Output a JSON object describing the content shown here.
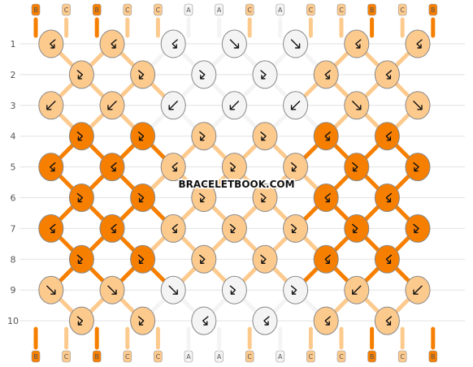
{
  "watermark": "BRACELETBOOK.COM",
  "colors": {
    "A": "#f4f4f4",
    "B": "#f77f00",
    "C": "#fdca8e"
  },
  "top_strand_labels": [
    "B",
    "C",
    "B",
    "C",
    "C",
    "A",
    "A",
    "C",
    "A",
    "C",
    "C",
    "B",
    "C",
    "B"
  ],
  "bottom_strand_labels": [
    "B",
    "C",
    "B",
    "C",
    "C",
    "A",
    "A",
    "C",
    "A",
    "C",
    "C",
    "B",
    "C",
    "B"
  ],
  "row_labels": [
    "1",
    "2",
    "3",
    "4",
    "5",
    "6",
    "7",
    "8",
    "9",
    "10"
  ],
  "rows": [
    {
      "label": "1",
      "knots": [
        {
          "color": "C",
          "arrow": "backward-forward"
        },
        {
          "color": "C",
          "arrow": "backward-forward"
        },
        {
          "color": "A",
          "arrow": "backward-forward"
        },
        {
          "color": "A",
          "arrow": "forward"
        },
        {
          "color": "A",
          "arrow": "forward"
        },
        {
          "color": "C",
          "arrow": "backward-forward"
        },
        {
          "color": "C",
          "arrow": "backward-forward"
        }
      ]
    },
    {
      "label": "2",
      "knots": [
        {
          "color": "C",
          "arrow": "forward-backward"
        },
        {
          "color": "C",
          "arrow": "forward-backward"
        },
        {
          "color": "A",
          "arrow": "forward-backward"
        },
        {
          "color": "A",
          "arrow": "forward-backward"
        },
        {
          "color": "C",
          "arrow": "backward-forward"
        },
        {
          "color": "C",
          "arrow": "backward-forward"
        }
      ]
    },
    {
      "label": "3",
      "knots": [
        {
          "color": "C",
          "arrow": "backward"
        },
        {
          "color": "C",
          "arrow": "backward"
        },
        {
          "color": "A",
          "arrow": "backward"
        },
        {
          "color": "A",
          "arrow": "backward"
        },
        {
          "color": "A",
          "arrow": "backward"
        },
        {
          "color": "C",
          "arrow": "forward"
        },
        {
          "color": "C",
          "arrow": "forward"
        }
      ]
    },
    {
      "label": "4",
      "knots": [
        {
          "color": "B",
          "arrow": "forward-backward"
        },
        {
          "color": "B",
          "arrow": "forward-backward"
        },
        {
          "color": "C",
          "arrow": "forward-backward"
        },
        {
          "color": "C",
          "arrow": "forward-backward"
        },
        {
          "color": "B",
          "arrow": "backward-forward"
        },
        {
          "color": "B",
          "arrow": "backward-forward"
        }
      ]
    },
    {
      "label": "5",
      "knots": [
        {
          "color": "B",
          "arrow": "backward-forward"
        },
        {
          "color": "B",
          "arrow": "backward-forward"
        },
        {
          "color": "C",
          "arrow": "backward-forward"
        },
        {
          "color": "C",
          "arrow": "forward-backward"
        },
        {
          "color": "C",
          "arrow": "forward-backward"
        },
        {
          "color": "B",
          "arrow": "forward-backward"
        },
        {
          "color": "B",
          "arrow": "forward-backward"
        }
      ]
    },
    {
      "label": "6",
      "knots": [
        {
          "color": "B",
          "arrow": "forward-backward"
        },
        {
          "color": "B",
          "arrow": "forward-backward"
        },
        {
          "color": "C",
          "arrow": "forward-backward"
        },
        {
          "color": "C",
          "arrow": "forward-backward"
        },
        {
          "color": "B",
          "arrow": "backward-forward"
        },
        {
          "color": "B",
          "arrow": "backward-forward"
        }
      ]
    },
    {
      "label": "7",
      "knots": [
        {
          "color": "B",
          "arrow": "backward-forward"
        },
        {
          "color": "B",
          "arrow": "backward-forward"
        },
        {
          "color": "C",
          "arrow": "backward-forward"
        },
        {
          "color": "C",
          "arrow": "forward-backward"
        },
        {
          "color": "C",
          "arrow": "forward-backward"
        },
        {
          "color": "B",
          "arrow": "forward-backward"
        },
        {
          "color": "B",
          "arrow": "forward-backward"
        }
      ]
    },
    {
      "label": "8",
      "knots": [
        {
          "color": "B",
          "arrow": "forward-backward"
        },
        {
          "color": "B",
          "arrow": "forward-backward"
        },
        {
          "color": "C",
          "arrow": "forward-backward"
        },
        {
          "color": "C",
          "arrow": "forward-backward"
        },
        {
          "color": "B",
          "arrow": "backward-forward"
        },
        {
          "color": "B",
          "arrow": "backward-forward"
        }
      ]
    },
    {
      "label": "9",
      "knots": [
        {
          "color": "C",
          "arrow": "forward"
        },
        {
          "color": "C",
          "arrow": "forward"
        },
        {
          "color": "A",
          "arrow": "forward"
        },
        {
          "color": "A",
          "arrow": "forward-backward"
        },
        {
          "color": "A",
          "arrow": "forward-backward"
        },
        {
          "color": "C",
          "arrow": "backward"
        },
        {
          "color": "C",
          "arrow": "backward"
        }
      ]
    },
    {
      "label": "10",
      "knots": [
        {
          "color": "C",
          "arrow": "forward-backward"
        },
        {
          "color": "C",
          "arrow": "forward-backward"
        },
        {
          "color": "A",
          "arrow": "backward-forward"
        },
        {
          "color": "A",
          "arrow": "backward-forward"
        },
        {
          "color": "C",
          "arrow": "backward-forward"
        },
        {
          "color": "C",
          "arrow": "backward-forward"
        }
      ]
    }
  ]
}
